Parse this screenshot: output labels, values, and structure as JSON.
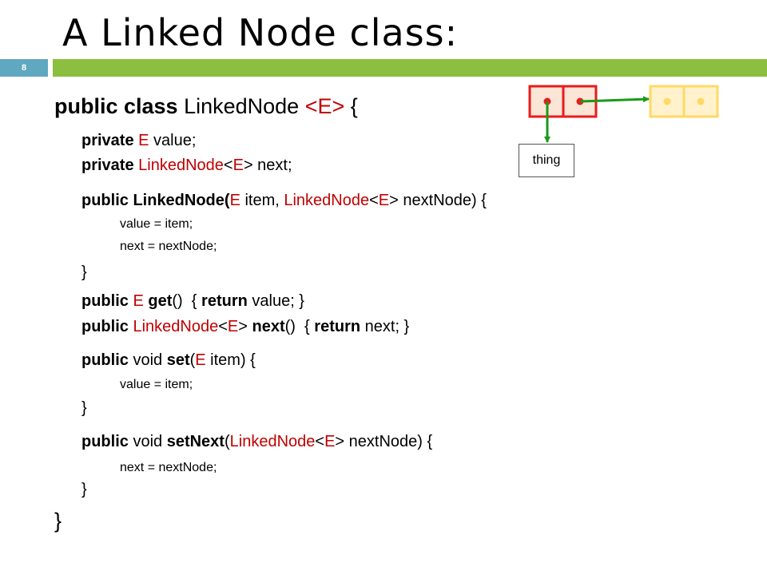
{
  "slide": {
    "title": "A Linked Node class:",
    "number": "8"
  },
  "diagram": {
    "variable_label": "thing",
    "colors": {
      "node_fill": "#fbe5d6",
      "node_border": "#e81c1c",
      "next_node_fill": "#fff2cc",
      "next_node_border": "#ffd966",
      "pointer_arrow": "#1a9a1a",
      "dot": "#e81c1c",
      "faded_dot": "#ffd966"
    }
  },
  "code": {
    "class_decl": {
      "kw1": "public class",
      "name": " LinkedNode ",
      "type_param": "<E>",
      "brace": " {"
    },
    "field_value": {
      "kw": "private",
      "type": " E",
      "rest": " value;"
    },
    "field_next": {
      "kw": "private",
      "type": " LinkedNode",
      "lt": "<",
      "tp": "E",
      "gt": ">",
      "rest": " next;"
    },
    "ctor": {
      "kw": "public",
      "name": " LinkedNode(",
      "t1": "E",
      "p1": " item, ",
      "t2": "LinkedNode",
      "lt": "<",
      "tp": "E",
      "gt": ">",
      "rest": " nextNode) {",
      "body1": "value = item;",
      "body2": "next = nextNode;",
      "close": "}"
    },
    "get": {
      "kw": "public",
      "type": " E",
      "name": " get",
      "parens": "()  { ",
      "ret": "return",
      "rest": " value; }"
    },
    "next": {
      "kw": "public",
      "type": " LinkedNode",
      "lt": "<",
      "tp": "E",
      "gt": ">",
      "name": " next",
      "parens": "()  { ",
      "ret": "return",
      "rest": " next; }"
    },
    "set": {
      "kw": "public",
      "void": " void ",
      "name": "set",
      "open": "(",
      "t1": "E",
      "rest": " item) {",
      "body": "value = item;",
      "close": "}"
    },
    "set_next": {
      "kw": "public",
      "void": " void ",
      "name": "setNext",
      "open": "(",
      "t1": "LinkedNode",
      "lt": "<",
      "tp": "E",
      "gt": ">",
      "rest": " nextNode) {",
      "body": "next = nextNode;",
      "close": "}"
    },
    "class_close": "}"
  }
}
